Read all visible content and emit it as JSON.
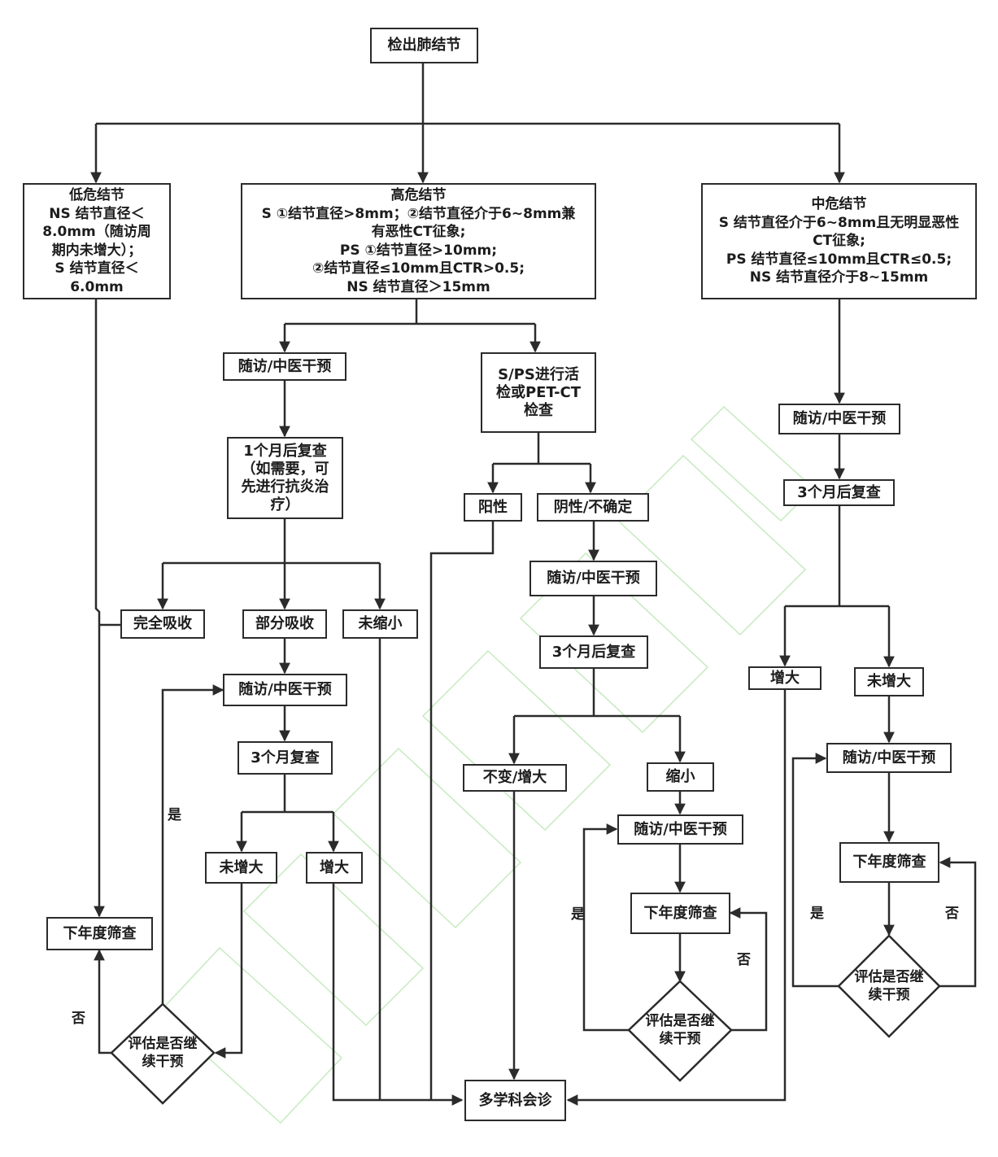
{
  "nodes": {
    "start": "检出肺结节",
    "low_risk": "低危结节\nNS 结节直径＜\n8.0mm（随访周\n期内未增大）；\nS 结节直径＜\n6.0mm",
    "high_risk": "高危结节\nS ①结节直径>8mm；②结节直径介于6~8mm兼\n有恶性CT征象;\nPS ①结节直径>10mm;\n②结节直径≤10mm且CTR>0.5;\nNS 结节直径＞15mm",
    "mid_risk": "中危结节\nS 结节直径介于6~8mm且无明显恶性\nCT征象;\nPS 结节直径≤10mm且CTR≤0.5;\nNS 结节直径介于8~15mm",
    "followup_high": "随访/中医干预",
    "recheck_1m": "1个月后复查\n（如需要，可\n先进行抗炎治\n疗）",
    "complete_absorb": "完全吸收",
    "partial_absorb": "部分吸收",
    "not_shrunk": "未缩小",
    "followup_partial": "随访/中医干预",
    "recheck_3m_left": "3个月复查",
    "not_enlarged_left": "未增大",
    "enlarged_left": "增大",
    "next_year_left": "下年度筛查",
    "assess_left": "评估是否继\n续干预",
    "biopsy": "S/PS进行活\n检或PET-CT\n检查",
    "positive": "阳性",
    "negative_uncertain": "阴性/不确定",
    "followup_neg": "随访/中医干预",
    "recheck_3m_mid": "3个月后复查",
    "unchanged_enlarged": "不变/增大",
    "shrunk": "缩小",
    "followup_shrunk": "随访/中医干预",
    "next_year_mid": "下年度筛查",
    "assess_mid": "评估是否继\n续干预",
    "followup_midrisk": "随访/中医干预",
    "recheck_3m_right": "3个月后复查",
    "enlarged_right": "增大",
    "not_enlarged_right": "未增大",
    "followup_right": "随访/中医干预",
    "next_year_right": "下年度筛查",
    "assess_right": "评估是否继\n续干预",
    "mdt": "多学科会诊"
  },
  "labels": {
    "yes": "是",
    "no": "否"
  },
  "colors": {
    "stroke": "#2b2b2b",
    "watermark": "#b8e6b0"
  }
}
